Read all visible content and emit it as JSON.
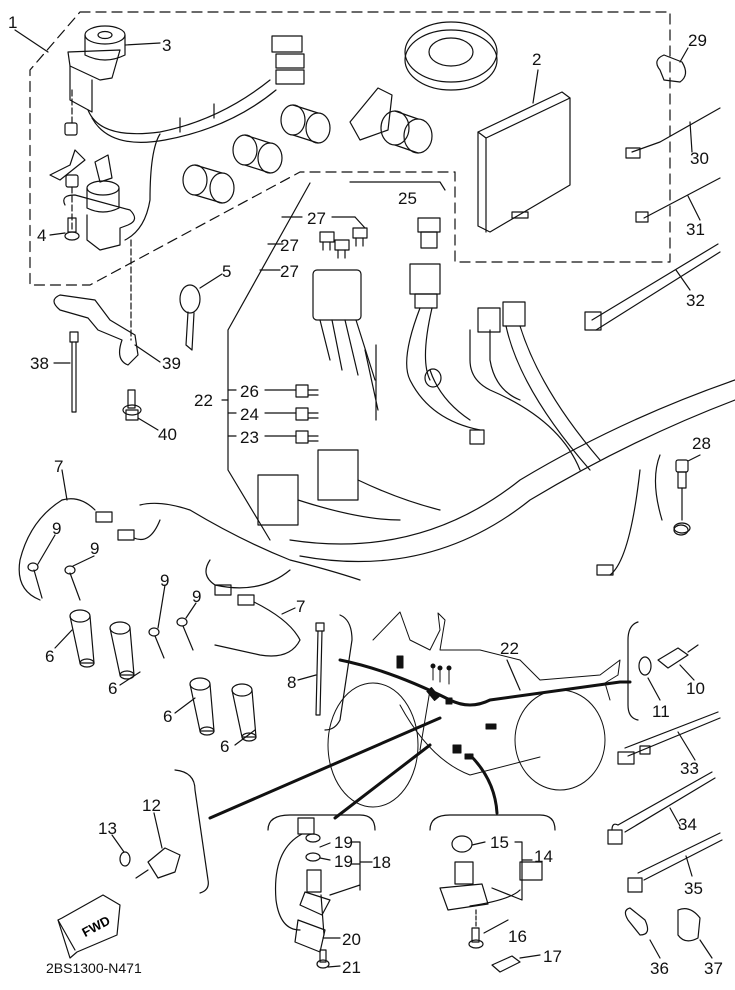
{
  "diagram": {
    "title": "Electrical parts exploded view",
    "drawing_code": "2BS1300-N471",
    "direction_label": "FWD",
    "callouts": [
      {
        "id": "c1",
        "label": "1",
        "part": "main-switch-lock-set"
      },
      {
        "id": "c2",
        "label": "2",
        "part": "ecu-box"
      },
      {
        "id": "c3",
        "label": "3",
        "part": "main-switch-harness"
      },
      {
        "id": "c4",
        "label": "4",
        "part": "bolt"
      },
      {
        "id": "c5",
        "label": "5",
        "part": "key"
      },
      {
        "id": "c6a",
        "label": "6",
        "part": "ignition-coil"
      },
      {
        "id": "c6b",
        "label": "6",
        "part": "ignition-coil"
      },
      {
        "id": "c6c",
        "label": "6",
        "part": "ignition-coil"
      },
      {
        "id": "c6d",
        "label": "6",
        "part": "ignition-coil"
      },
      {
        "id": "c7a",
        "label": "7",
        "part": "coil-lead"
      },
      {
        "id": "c7b",
        "label": "7",
        "part": "coil-lead"
      },
      {
        "id": "c8",
        "label": "8",
        "part": "cable-tie"
      },
      {
        "id": "c9a",
        "label": "9",
        "part": "bolt"
      },
      {
        "id": "c9b",
        "label": "9",
        "part": "bolt"
      },
      {
        "id": "c9c",
        "label": "9",
        "part": "bolt"
      },
      {
        "id": "c9d",
        "label": "9",
        "part": "bolt"
      },
      {
        "id": "c10",
        "label": "10",
        "part": "sensor"
      },
      {
        "id": "c11",
        "label": "11",
        "part": "gasket"
      },
      {
        "id": "c12",
        "label": "12",
        "part": "switch"
      },
      {
        "id": "c13",
        "label": "13",
        "part": "gasket"
      },
      {
        "id": "c14",
        "label": "14",
        "part": "speed-sensor"
      },
      {
        "id": "c15",
        "label": "15",
        "part": "o-ring"
      },
      {
        "id": "c16",
        "label": "16",
        "part": "bolt"
      },
      {
        "id": "c17",
        "label": "17",
        "part": "clamp"
      },
      {
        "id": "c18",
        "label": "18",
        "part": "sensor"
      },
      {
        "id": "c19a",
        "label": "19",
        "part": "o-ring"
      },
      {
        "id": "c19b",
        "label": "19",
        "part": "o-ring"
      },
      {
        "id": "c20",
        "label": "20",
        "part": "holder"
      },
      {
        "id": "c21",
        "label": "21",
        "part": "screw"
      },
      {
        "id": "c22a",
        "label": "22",
        "part": "wire-harness"
      },
      {
        "id": "c22b",
        "label": "22",
        "part": "wire-harness"
      },
      {
        "id": "c23",
        "label": "23",
        "part": "fuse"
      },
      {
        "id": "c24",
        "label": "24",
        "part": "fuse"
      },
      {
        "id": "c25",
        "label": "25",
        "part": "fuse-cap"
      },
      {
        "id": "c26",
        "label": "26",
        "part": "fuse"
      },
      {
        "id": "c27a",
        "label": "27",
        "part": "fuse"
      },
      {
        "id": "c27b",
        "label": "27",
        "part": "fuse"
      },
      {
        "id": "c27c",
        "label": "27",
        "part": "fuse"
      },
      {
        "id": "c28",
        "label": "28",
        "part": "bolt"
      },
      {
        "id": "c29",
        "label": "29",
        "part": "clamp"
      },
      {
        "id": "c30",
        "label": "30",
        "part": "band"
      },
      {
        "id": "c31",
        "label": "31",
        "part": "band"
      },
      {
        "id": "c32",
        "label": "32",
        "part": "band"
      },
      {
        "id": "c33",
        "label": "33",
        "part": "band"
      },
      {
        "id": "c34",
        "label": "34",
        "part": "band"
      },
      {
        "id": "c35",
        "label": "35",
        "part": "band"
      },
      {
        "id": "c36",
        "label": "36",
        "part": "clamp"
      },
      {
        "id": "c37",
        "label": "37",
        "part": "clamp"
      },
      {
        "id": "c38",
        "label": "38",
        "part": "band"
      },
      {
        "id": "c39",
        "label": "39",
        "part": "bracket"
      },
      {
        "id": "c40",
        "label": "40",
        "part": "bolt"
      }
    ]
  }
}
